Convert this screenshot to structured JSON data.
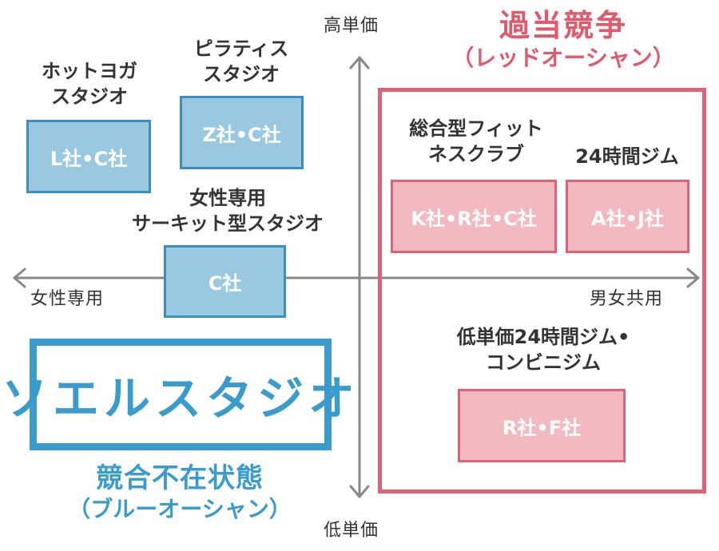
{
  "axes": {
    "top": "高単価",
    "bottom": "低単価",
    "left": "女性専用",
    "right": "男女共用"
  },
  "red_ocean": {
    "title": "過当競争",
    "subtitle": "（レッドオーシャン）"
  },
  "blue_ocean": {
    "title": "競合不在状態",
    "subtitle": "（ブルーオーシャン）"
  },
  "logo": "ソエルスタジオ",
  "categories": {
    "hot_yoga": {
      "line1": "ホットヨガ",
      "line2": "スタジオ",
      "box": "L社•C社"
    },
    "pilates": {
      "line1": "ピラティス",
      "line2": "スタジオ",
      "box": "Z社•C社"
    },
    "circuit": {
      "line1": "女性専用",
      "line2": "サーキット型スタジオ",
      "box": "C社"
    },
    "fitness_club": {
      "line1": "総合型フィット",
      "line2": "ネスクラブ",
      "box": "K社•R社•C社"
    },
    "gym24": {
      "line1": "24時間ジム",
      "box": "A社•J社"
    },
    "low_cost": {
      "line1": "低単価24時間ジム•",
      "line2": "コンビニジム",
      "box": "R社•F社"
    }
  },
  "colors": {
    "blue_accent": "#3a9ccc",
    "blue_fill": "#9ac8e0",
    "red_accent": "#e06075",
    "pink_fill": "#f3b9c1",
    "axis": "#888888"
  }
}
